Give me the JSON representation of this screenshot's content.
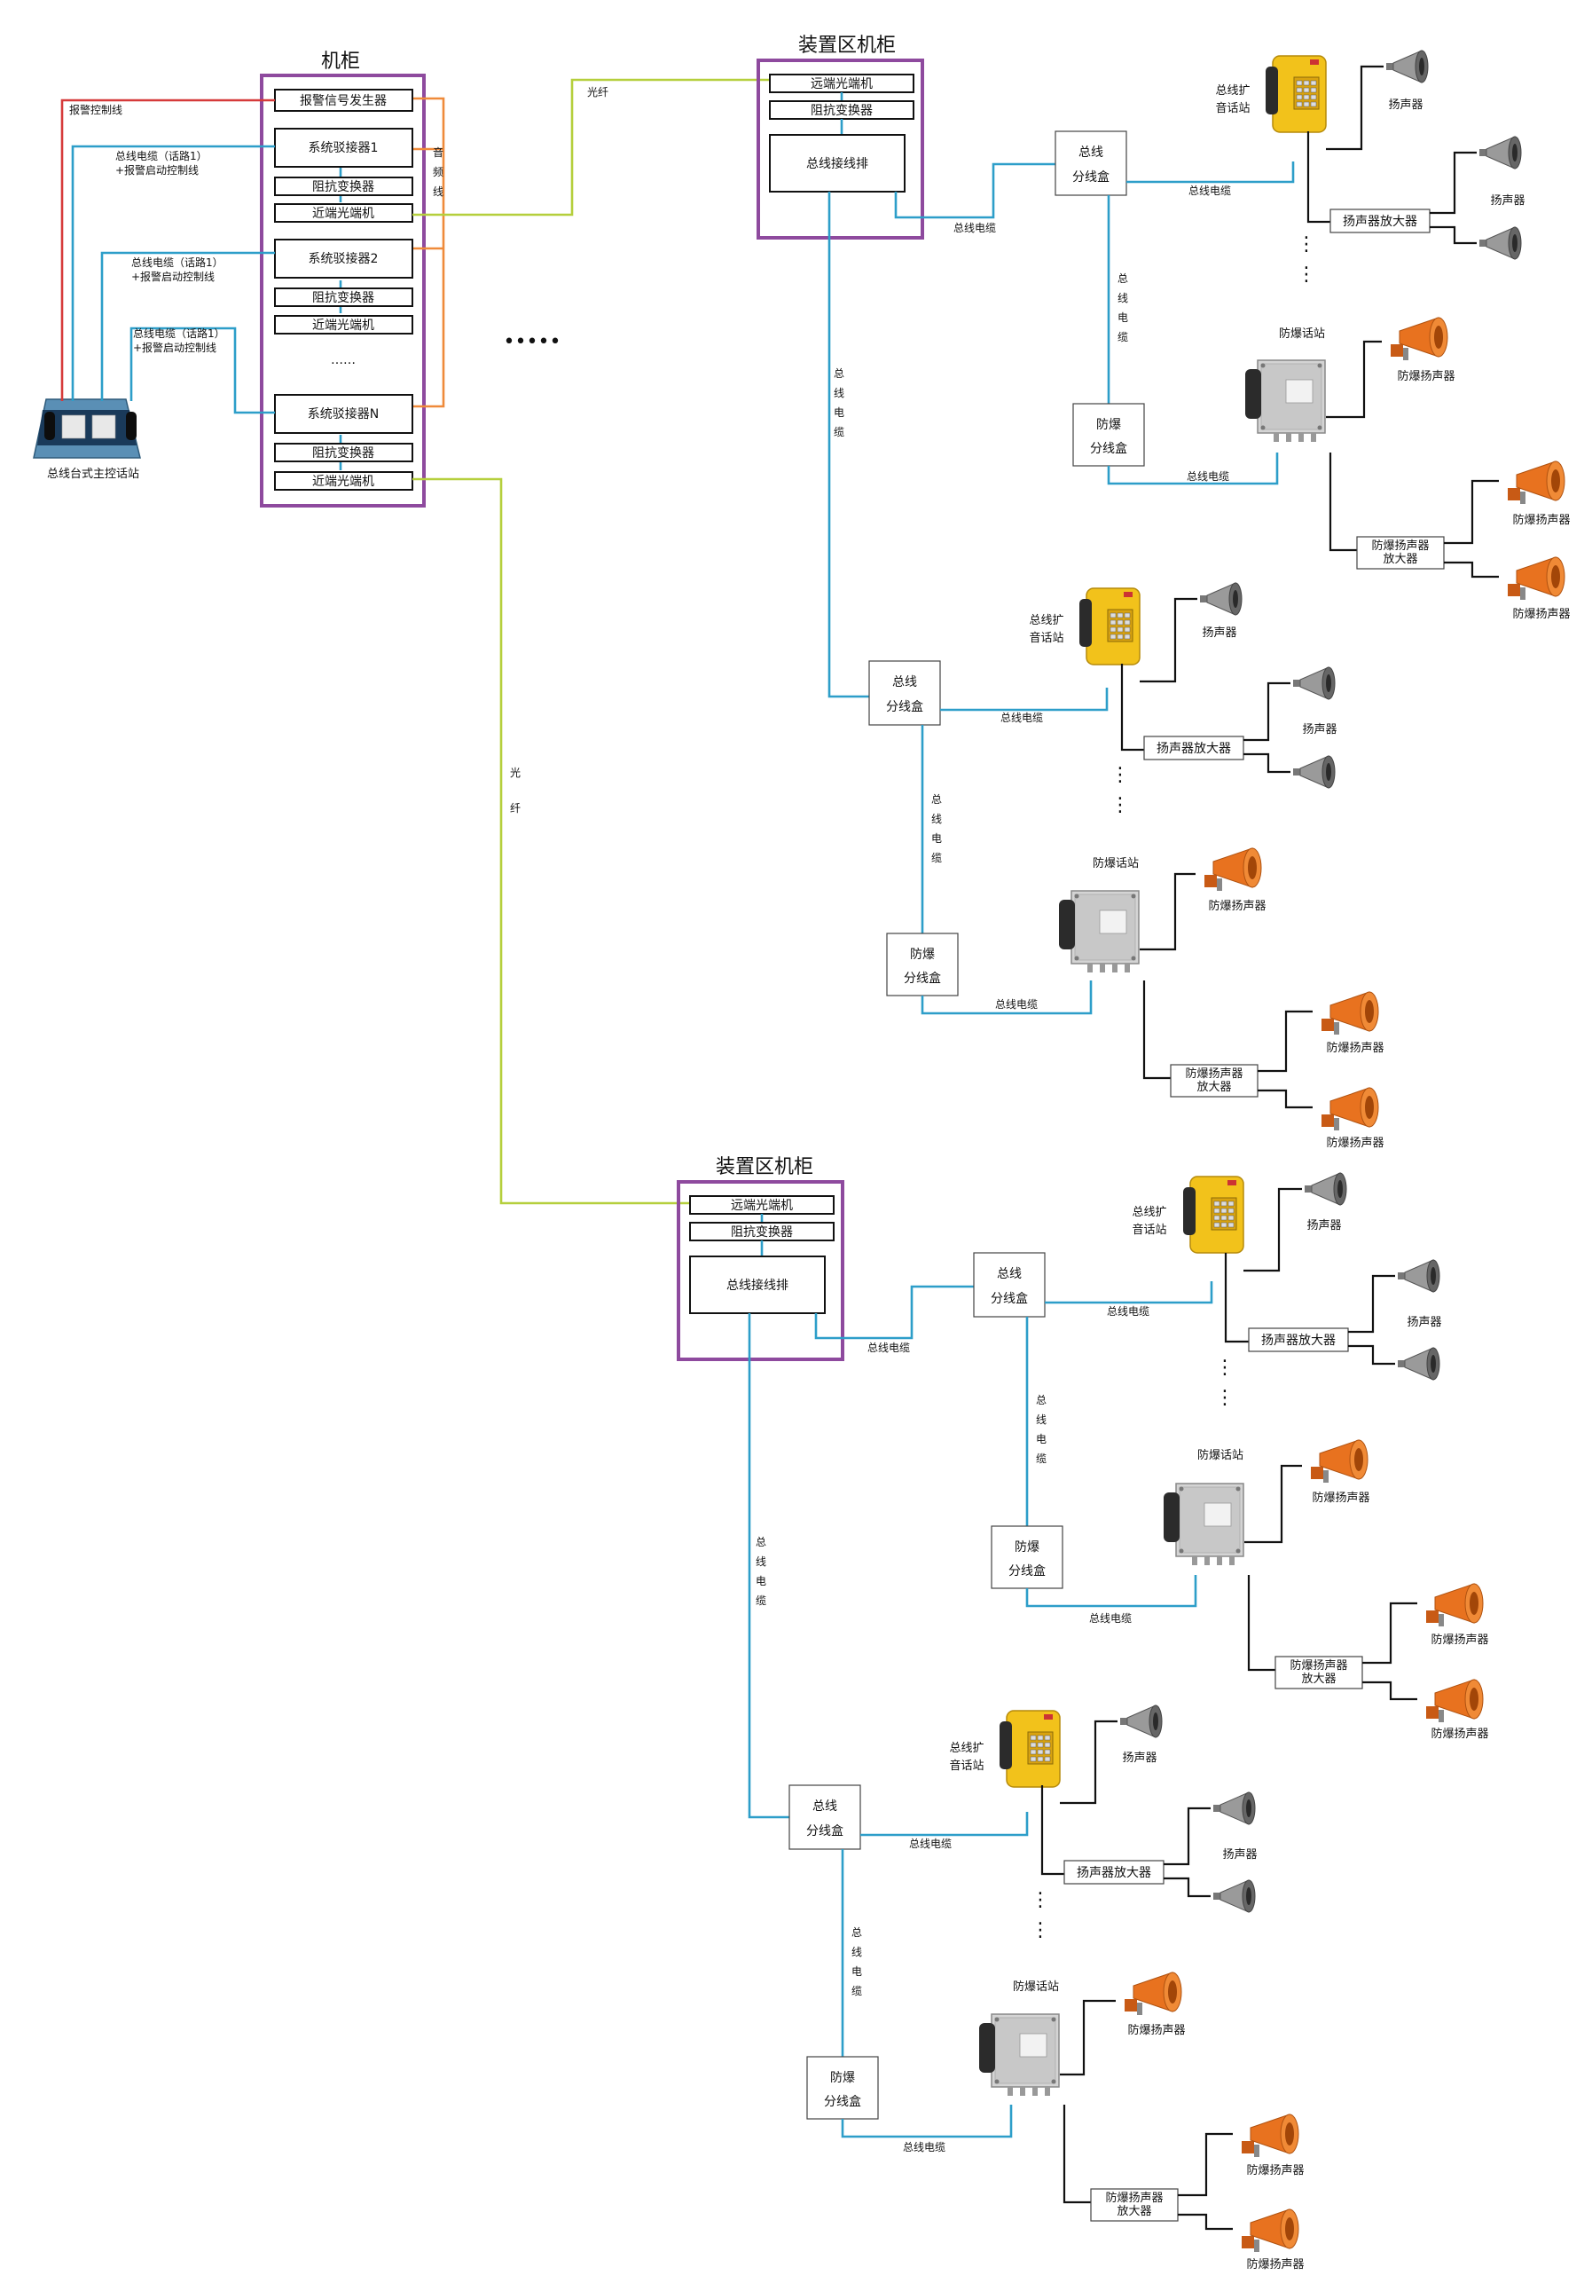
{
  "colors": {
    "cabinet_border": "#8e4a9e",
    "bus_cable": "#2d9ec9",
    "fiber": "#b5cf3c",
    "alarm_line": "#d63a3a",
    "audio_line": "#ef8a3a",
    "paging_station": "#f2c21b",
    "ex_speaker": "#e8721f"
  },
  "main_cabinet": {
    "title": "机柜",
    "items": [
      "报警信号发生器",
      "系统驳接器1",
      "阻抗变换器",
      "近端光端机",
      "系统驳接器2",
      "阻抗变换器",
      "近端光端机",
      "系统驳接器N",
      "阻抗变换器",
      "近端光端机"
    ],
    "ellipsis": "……",
    "audio_line_chars": [
      "音",
      "频",
      "线"
    ]
  },
  "console": {
    "label": "总线台式主控话站",
    "alarm_label": "报警控制线",
    "feeders": [
      {
        "line1": "总线电缆（话路1）",
        "line2": "+报警启动控制线"
      },
      {
        "line1": "总线电缆（话路1）",
        "line2": "+报警启动控制线"
      },
      {
        "line1": "总线电缆（话路1）",
        "line2": "+报警启动控制线"
      }
    ]
  },
  "fiber_labels": {
    "top": "光纤",
    "vertical_chars": [
      "光",
      "纤"
    ]
  },
  "mid_ellipsis": "•••••",
  "area_cabinet": {
    "title": "装置区机柜",
    "remote": "远端光端机",
    "impedance": "阻抗变换器",
    "busbar": "总线接线排"
  },
  "labels": {
    "bus_cable": "总线电缆",
    "bus_cable_chars": [
      "总",
      "线",
      "电",
      "缆"
    ],
    "junction_l1": "总线",
    "junction_l2": "分线盒",
    "ex_junction_l1": "防爆",
    "ex_junction_l2": "分线盒",
    "paging_l1": "总线扩",
    "paging_l2": "音话站",
    "speaker": "扬声器",
    "amp": "扬声器放大器",
    "ex_phone": "防爆话站",
    "ex_speaker": "防爆扬声器",
    "ex_amp_l1": "防爆扬声器",
    "ex_amp_l2": "放大器"
  },
  "icons": [
    "desk-console-icon",
    "paging-station-icon",
    "horn-speaker-icon",
    "explosion-proof-phone-icon",
    "explosion-proof-horn-icon"
  ]
}
